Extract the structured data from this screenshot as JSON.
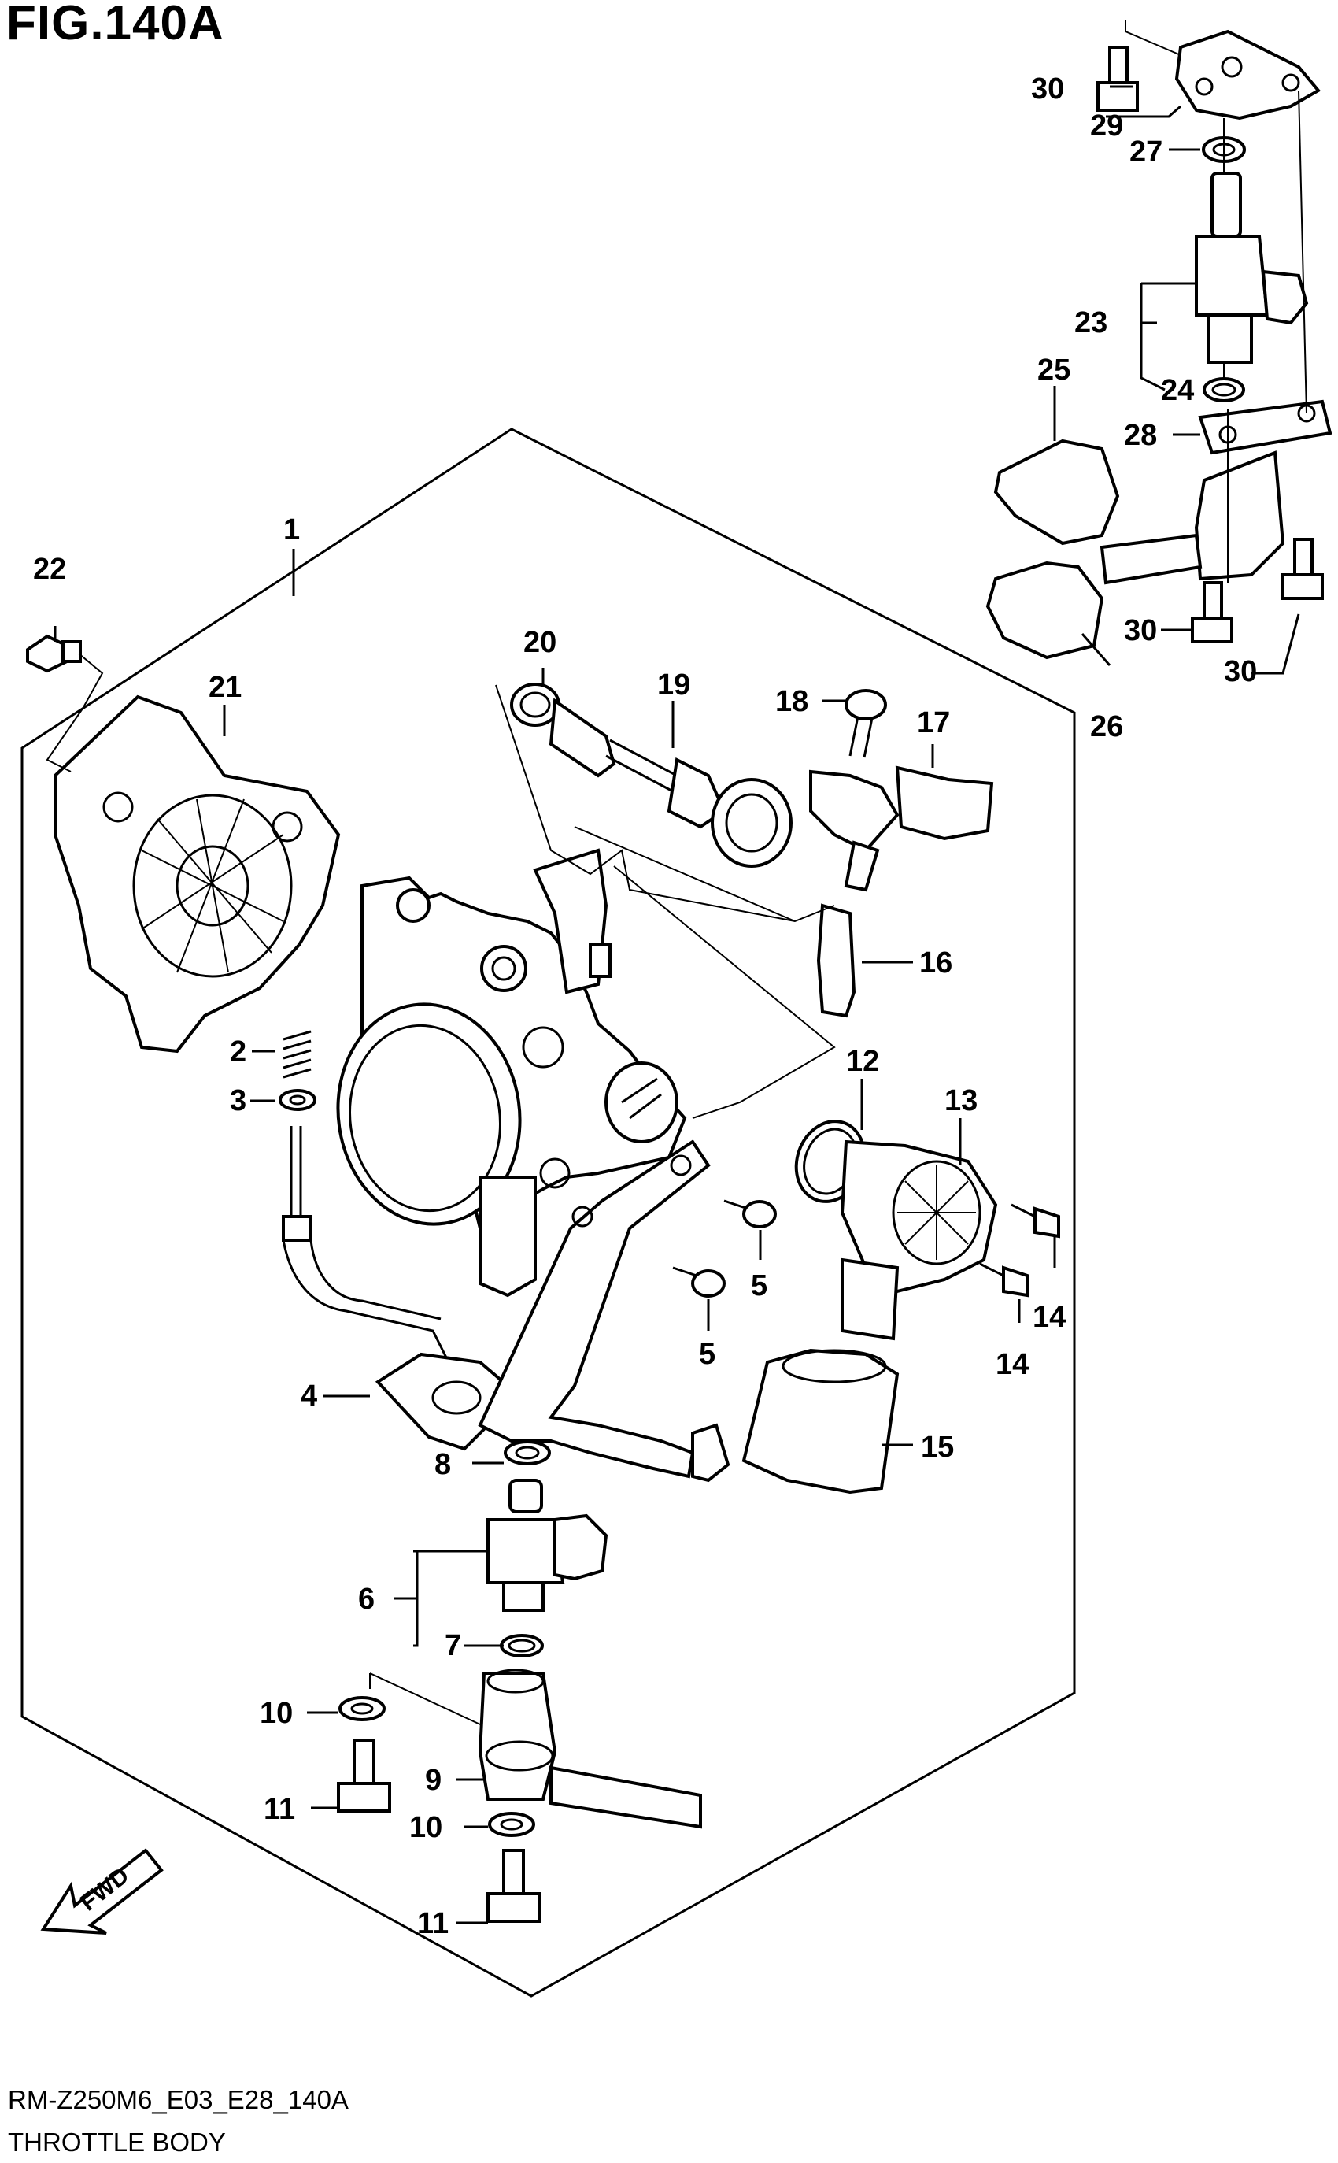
{
  "figure": {
    "title": "FIG.140A",
    "code": "RM-Z250M6_E03_E28_140A",
    "name": "THROTTLE BODY",
    "direction_label": "FWD"
  },
  "callouts": [
    {
      "id": "c1",
      "text": "1"
    },
    {
      "id": "c2",
      "text": "2"
    },
    {
      "id": "c3",
      "text": "3"
    },
    {
      "id": "c4",
      "text": "4"
    },
    {
      "id": "c5a",
      "text": "5"
    },
    {
      "id": "c5b",
      "text": "5"
    },
    {
      "id": "c6",
      "text": "6"
    },
    {
      "id": "c7",
      "text": "7"
    },
    {
      "id": "c8",
      "text": "8"
    },
    {
      "id": "c9",
      "text": "9"
    },
    {
      "id": "c10a",
      "text": "10"
    },
    {
      "id": "c10b",
      "text": "10"
    },
    {
      "id": "c11a",
      "text": "11"
    },
    {
      "id": "c11b",
      "text": "11"
    },
    {
      "id": "c12",
      "text": "12"
    },
    {
      "id": "c13",
      "text": "13"
    },
    {
      "id": "c14a",
      "text": "14"
    },
    {
      "id": "c14b",
      "text": "14"
    },
    {
      "id": "c15",
      "text": "15"
    },
    {
      "id": "c16",
      "text": "16"
    },
    {
      "id": "c17",
      "text": "17"
    },
    {
      "id": "c18",
      "text": "18"
    },
    {
      "id": "c19",
      "text": "19"
    },
    {
      "id": "c20",
      "text": "20"
    },
    {
      "id": "c21",
      "text": "21"
    },
    {
      "id": "c22",
      "text": "22"
    },
    {
      "id": "c23",
      "text": "23"
    },
    {
      "id": "c24",
      "text": "24"
    },
    {
      "id": "c25",
      "text": "25"
    },
    {
      "id": "c26",
      "text": "26"
    },
    {
      "id": "c27",
      "text": "27"
    },
    {
      "id": "c28",
      "text": "28"
    },
    {
      "id": "c29",
      "text": "29"
    },
    {
      "id": "c30a",
      "text": "30"
    },
    {
      "id": "c30b",
      "text": "30"
    },
    {
      "id": "c30c",
      "text": "30"
    }
  ]
}
